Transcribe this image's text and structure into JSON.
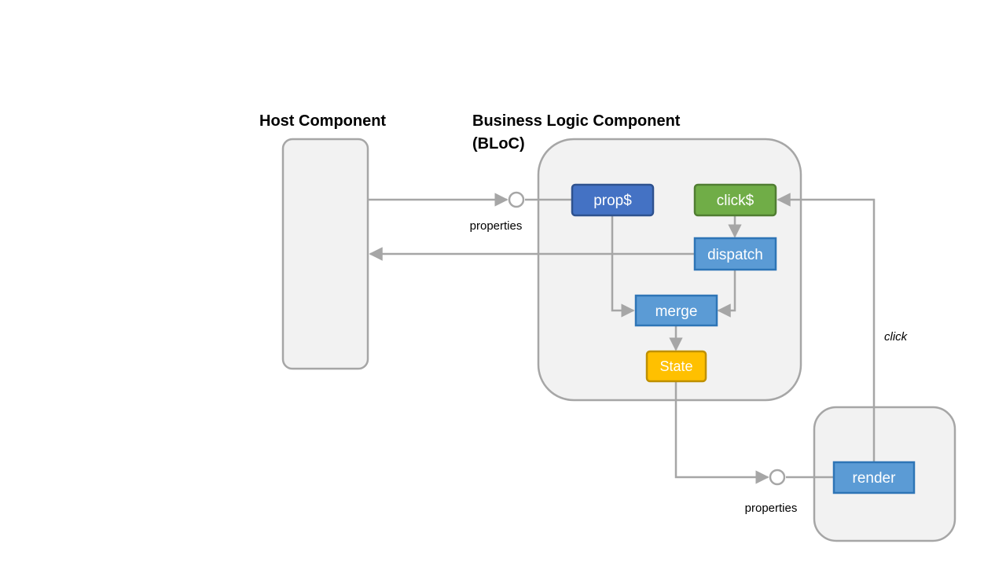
{
  "titles": {
    "host": "Host Component",
    "bloc_line1": "Business Logic Component",
    "bloc_line2": "(BLoC)"
  },
  "nodes": {
    "prop": "prop$",
    "click": "click$",
    "dispatch": "dispatch",
    "merge": "merge",
    "state": "State",
    "render": "render"
  },
  "labels": {
    "properties_top": "properties",
    "properties_bottom": "properties",
    "click": "click"
  },
  "colors": {
    "container_fill": "#f2f2f2",
    "container_stroke": "#a6a6a6",
    "connector": "#a6a6a6",
    "prop_fill": "#4472c4",
    "prop_stroke": "#2f528f",
    "click_fill": "#70ad47",
    "click_stroke": "#507e32",
    "blue_fill": "#5b9bd5",
    "blue_stroke": "#2e75b6",
    "state_fill": "#ffc000",
    "state_stroke": "#bf9000",
    "text_dark": "#000000",
    "text_light": "#ffffff"
  }
}
